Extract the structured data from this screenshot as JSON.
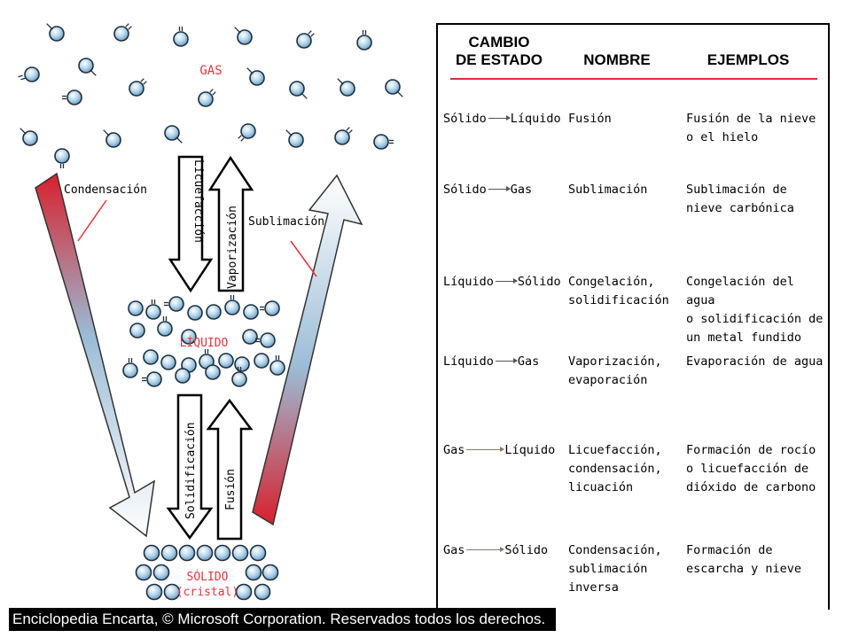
{
  "diagram": {
    "gas_label": "GAS",
    "liquid_label": "LÍQUIDO",
    "solid_label": "SÓLIDO",
    "solid_sublabel": "(cristal)",
    "arrows": {
      "condensation": "Condensación",
      "sublimation": "Sublimación",
      "liquefaction": "Licuefacción",
      "vaporization": "Vaporización",
      "solidification": "Solidificación",
      "fusion": "Fusión"
    },
    "colors": {
      "state_label": "#e8333b",
      "red_arrow": "#d8202c",
      "blue_arrow": "#8fb6d4",
      "molecule": "#a9cde6",
      "callout_line": "#e8333b"
    }
  },
  "table": {
    "headers": {
      "change": "CAMBIO\nDE ESTADO",
      "name": "NOMBRE",
      "examples": "EJEMPLOS"
    },
    "rows": [
      {
        "from": "Sólido",
        "to": "Líquido",
        "name": "Fusión",
        "example": "Fusión de la nieve\no el hielo"
      },
      {
        "from": "Sólido",
        "to": "Gas",
        "name": "Sublimación",
        "example": "Sublimación de\nnieve carbónica"
      },
      {
        "from": "Líquido",
        "to": "Sólido",
        "name": "Congelación,\nsolidificación",
        "example": "Congelación del agua\no solidificación de\nun metal fundido"
      },
      {
        "from": "Líquido",
        "to": "Gas",
        "name": "Vaporización,\nevaporación",
        "example": "Evaporación de agua"
      },
      {
        "from": "Gas",
        "to": "Líquido",
        "name": "Licuefacción,\ncondensación,\nlicuación",
        "example": "Formación de rocío\no licuefacción de\ndióxido de carbono"
      },
      {
        "from": "Gas",
        "to": "Sólido",
        "name": "Condensación,\nsublimación\ninversa",
        "example": "Formación de\nescarcha y nieve"
      }
    ]
  },
  "credit": "Enciclopedia Encarta, © Microsoft Corporation. Reservados todos los derechos."
}
